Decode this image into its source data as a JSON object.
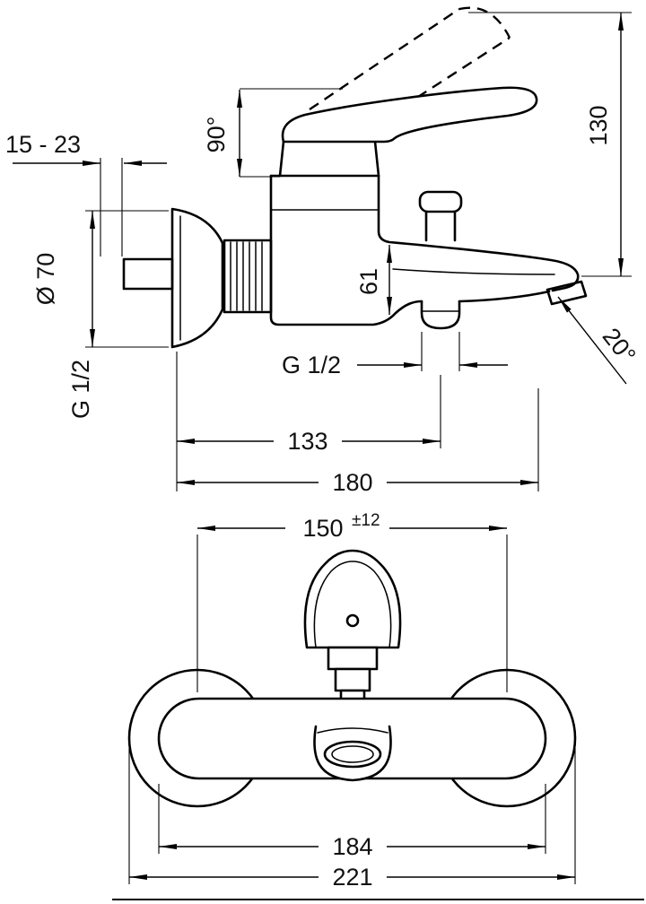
{
  "colors": {
    "line": "#000000",
    "background": "#ffffff"
  },
  "side_view": {
    "labels": {
      "wall_depth_range": "15 - 23",
      "handle_swing": "90°",
      "height": "130",
      "escutcheon_diameter": "Ø 70",
      "wall_connection_thread": "G 1/2",
      "spout_height": "61",
      "shower_outlet_thread": "G 1/2",
      "spray_angle": "20°",
      "reach_to_shower_outlet": "133",
      "total_reach": "180"
    }
  },
  "front_view": {
    "labels": {
      "connection_centers": "150",
      "connection_tolerance": "±12",
      "body_width": "184",
      "overall_width": "221"
    }
  }
}
